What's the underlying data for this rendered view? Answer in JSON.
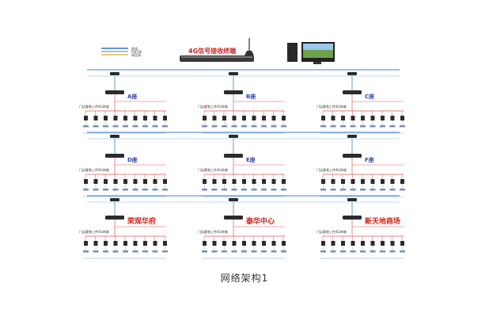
{
  "diagram": {
    "caption": "网络架构1",
    "receiver_label": "4G信号接收终端",
    "legend": [
      {
        "label": "网线",
        "color": "#3b6fd1"
      },
      {
        "label": "RJ45线",
        "color": "#6fb2e6"
      },
      {
        "label": "电话线",
        "color": "#e8b24a"
      }
    ],
    "group_subtitle": "门店客装上传4G终端",
    "building_labels": [
      "A座",
      "B座",
      "C座",
      "D座",
      "E座",
      "F座",
      "荣观华府",
      "泰华中心",
      "新天地商场"
    ],
    "colors": {
      "trunk": "#3d7fd6",
      "branch": "#e05a5a",
      "device": "#2b2b2b",
      "title_red": "#d0211c",
      "title_blue": "#3344aa"
    }
  }
}
